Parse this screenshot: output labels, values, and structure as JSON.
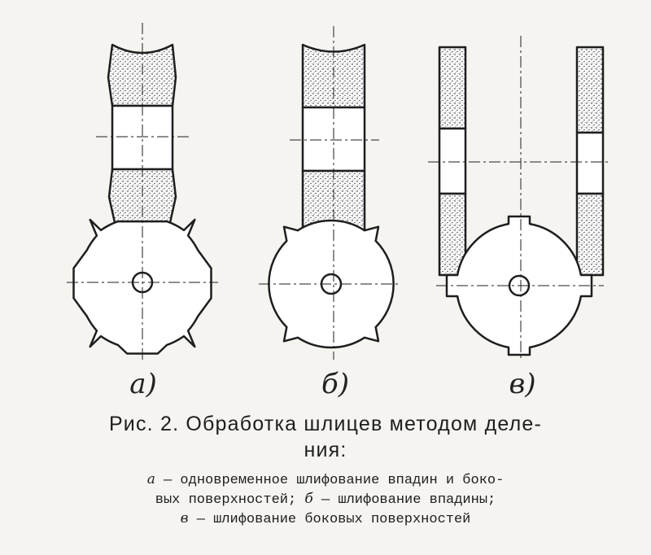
{
  "figure": {
    "labels": {
      "a": "а)",
      "b": "б)",
      "c": "в)"
    }
  },
  "caption": {
    "title_line1": "Рис. 2. Обработка шлицев методом деле-",
    "title_line2": "ния:",
    "legend": [
      {
        "key": "а",
        "text": " — одновременное шлифование впадин и боко-"
      },
      {
        "key": "",
        "text": "вых поверхностей; "
      },
      {
        "key": "б",
        "text": " — шлифование впадины;"
      },
      {
        "key": "в",
        "text": " — шлифование боковых поверхностей"
      }
    ]
  },
  "colors": {
    "ink": "#1e1e1e",
    "paper": "#f5f4f0"
  }
}
